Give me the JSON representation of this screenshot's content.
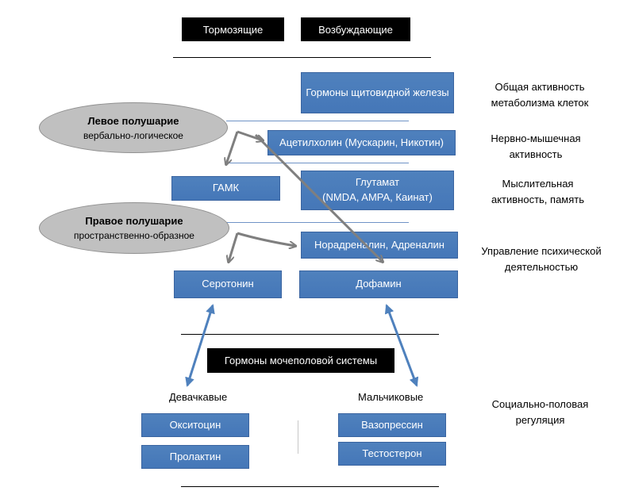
{
  "header": {
    "inhibitory": "Тормозящие",
    "excitatory": "Возбуждающие"
  },
  "hemispheres": {
    "left": {
      "title": "Левое полушарие",
      "subtitle": "вербально-логическое"
    },
    "right": {
      "title": "Правое полушарие",
      "subtitle": "пространственно-образное"
    }
  },
  "mediators": {
    "thyroid": "Гормоны щитовидной железы",
    "acetylcholine": "Ацетилхолин (Мускарин, Никотин)",
    "gaba": "ГАМК",
    "glutamate_1": "Глутамат",
    "glutamate_2": "(NMDA, AMPA, Каинат)",
    "noradrenaline": "Норадреналин, Адреналин",
    "serotonin": "Серотонин",
    "dopamine": "Дофамин"
  },
  "functions": {
    "metabolism": "Общая активность метаболизма клеток",
    "neuromuscular": "Нервно-мышечная активность",
    "cognitive": "Мыслительная активность, память",
    "psychic": "Управление психической деятельностью",
    "social": "Социально-половая регуляция"
  },
  "hormones": {
    "title": "Гормоны мочеполовой системы",
    "girls": "Девачкавые",
    "boys": "Мальчиковые",
    "oxytocin": "Окситоцин",
    "prolactin": "Пролактин",
    "vasopressin": "Вазопрессин",
    "testosterone": "Тестостерон"
  }
}
